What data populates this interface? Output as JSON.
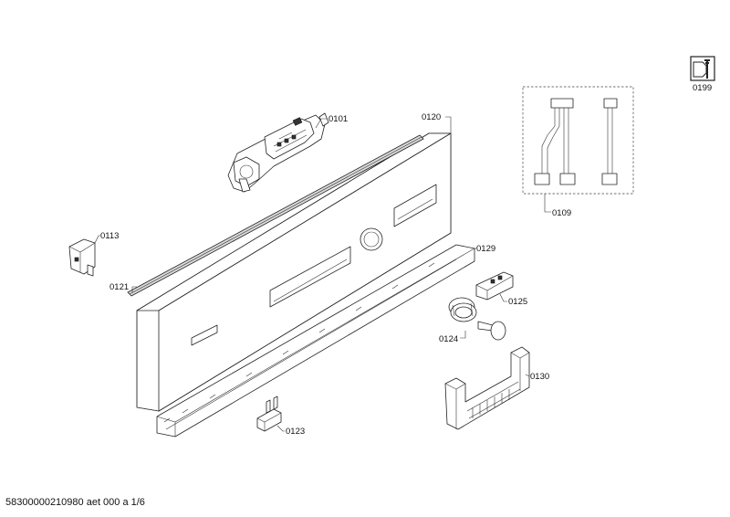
{
  "labels": {
    "p0101": "0101",
    "p0120": "0120",
    "p0109": "0109",
    "p0113": "0113",
    "p0121": "0121",
    "p0129": "0129",
    "p0125": "0125",
    "p0124": "0124",
    "p0130": "0130",
    "p0123": "0123",
    "p0199": "0199"
  },
  "footer": {
    "doc_id": "58300000210980 aet 000 a 1/6"
  }
}
